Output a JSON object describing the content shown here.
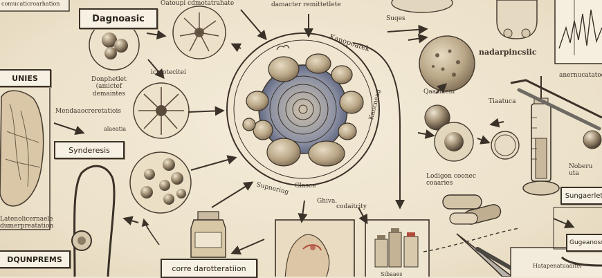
{
  "labels": {
    "diagnostic_box": "Dagnoasic",
    "top_left_cut": "comucaticroarhation",
    "top_center_left": "Oatoupi cdmotatrahate",
    "top_center_right": "damacter remittetlete",
    "center_circle_label": "Kanopoatek",
    "right_top_label": "Suqes",
    "right_top_tissue": "nadarpincsiic",
    "far_right_label": "anernucatatoeerte",
    "left_box_unies": "UNIES",
    "left_cell_label": "Donphetlet\n(amictef\ndemaintes",
    "left_spiky_label": "icmptecitei",
    "left_middle_text": "Mendaaocreretatiois",
    "left_small_text": "alaeatia",
    "synderesis_box": "Synderesis",
    "right_mid_label": "Qaasmem",
    "right_titrating": "Tiaatuca",
    "right_dialog": "Lodigon coonec\ncoaaries",
    "right_far_mid": "Noberu\nuta",
    "right_box_surgery": "Sungaerlet",
    "circle_side_text": "Kancneag",
    "bottom_center_a": "Supnering",
    "bottom_center_b": "Glasee",
    "bottom_center_c": "Ghiva.",
    "bottom_center_d": "codaitrity",
    "left_bottom_text": "Latenolicernaele\ndumerpreatation",
    "bottom_left_box": "DQUNPREMS",
    "bottom_center_box": "corre darotteratiion",
    "bottom_right_box": "Gugeanoss",
    "bottom_right_small": "Hatapenatuaaiter",
    "jars_label": "Sibaaes"
  },
  "colors": {
    "ink": "#3a3128",
    "paper": "#efe6d2",
    "accent_red": "#b04a3a",
    "cell_fill": "#c8b79a",
    "cell_dark": "#7b6a55",
    "blue_core": "#6a7690"
  },
  "icons": [
    "stethoscope-icon",
    "syringe-icon",
    "scalpel-icon",
    "medicine-bottle-icon",
    "capsules-icon",
    "lung-icon",
    "chart-icon"
  ]
}
